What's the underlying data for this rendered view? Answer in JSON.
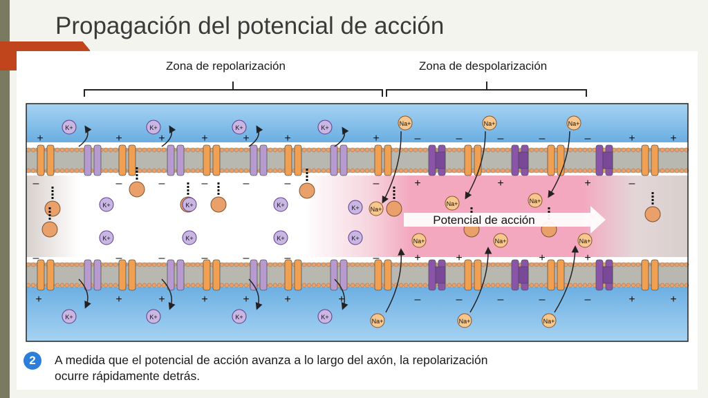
{
  "slide": {
    "title": "Propagación del potencial de acción"
  },
  "figure": {
    "zone_repolarization": "Zona de repolarización",
    "zone_depolarization": "Zona de despolarización",
    "arrow_label": "Potencial de acción",
    "ion_k": "K+",
    "ion_na": "Na+",
    "charge_plus": "+",
    "charge_minus": "–",
    "step_number": "2",
    "caption_line1": "A medida que el potencial de acción avanza a lo largo del axón, la repolarización",
    "caption_line2": "ocurre rápidamente detrás."
  },
  "colors": {
    "extracellular": "#78b8e6",
    "membrane": "#b0b0a8",
    "lipid_head": "#e9a06a",
    "k_channel": "#b69ad0",
    "na_channel": "#f0a050",
    "pump": "#8a55a8",
    "depolarized": "#f4a8c0",
    "accent": "#c0451d"
  }
}
